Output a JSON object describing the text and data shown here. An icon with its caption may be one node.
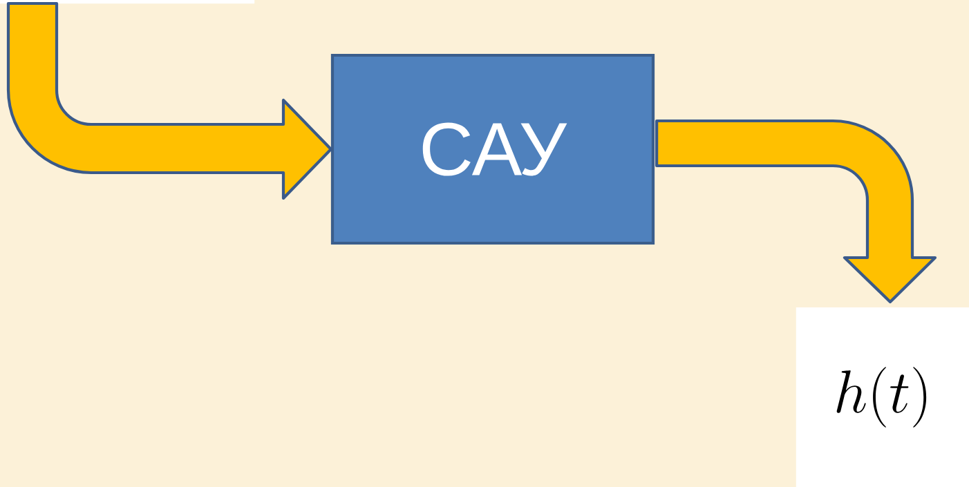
{
  "diagram": {
    "nodes": [
      {
        "text": [],
        "shape": "box"
      },
      {
        "text": [
          "САУ"
        ]
      },
      {
        "text": [
          "h(t)"
        ]
      }
    ],
    "edges": [
      {
        "from": 0,
        "to": 1,
        "arrow": "to"
      },
      {
        "from": 1,
        "to": 2,
        "arrow": "to"
      }
    ]
  }
}
